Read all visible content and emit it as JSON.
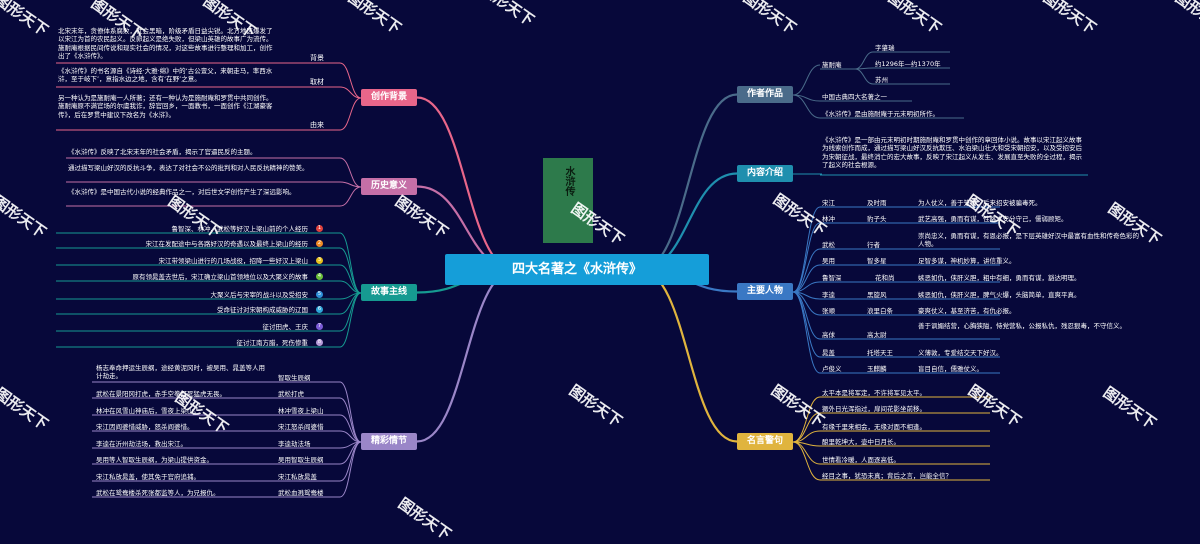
{
  "center": "四大名著之《水浒传》",
  "watermark": "图形天下",
  "branches": {
    "author": "作者作品",
    "content": "内容介绍",
    "characters": "主要人物",
    "quotes": "名言警句",
    "creation": "创作背景",
    "significance": "历史意义",
    "plot": "故事主线",
    "highlights": "精彩情节"
  },
  "author": {
    "name": "施耐庵",
    "details": [
      "字肇瑞",
      "约1296年—约1370年",
      "苏州"
    ],
    "items": [
      "中国古典四大名著之一",
      "《水浒传》是由施耐庵于元末明初所作。"
    ]
  },
  "content": {
    "text": "《水浒传》是一部由元末明初时期施耐庵和罗贯中创作的章回体小说。故事以宋江起义故事为线索创作而成，通过描写梁山好汉反抗欺压、水泊梁山壮大和受宋朝招安，以及受招安后为宋朝征战，最终消亡的宏大故事，反映了宋江起义从发生、发展直至失败的全过程，揭示了起义的社会根源。"
  },
  "characters": [
    {
      "name": "宋江",
      "nick": "及时雨",
      "desc": "为人仗义，善于笼络，后来招安被骗毒死。"
    },
    {
      "name": "林冲",
      "nick": "豹子头",
      "desc": "武艺高强，勇而有谋，性格人安分守己，儒弱顾矩。"
    },
    {
      "name": "武松",
      "nick": "行者",
      "desc": "崇尚忠义，勇而有谋，有恩必报，是下层英雄好汉中最富有血性和传奇色彩的人物。"
    },
    {
      "name": "吴用",
      "nick": "智多星",
      "desc": "足智多谋，神机妙算，讲信重义。"
    },
    {
      "name": "鲁智深",
      "nick": "花和尚",
      "desc": "嫉恶如仇，侠肝义胆，粗中有细，勇而有谋，豁达明理。"
    },
    {
      "name": "李逵",
      "nick": "黑旋风",
      "desc": "嫉恶如仇，侠肝义胆，脾气火爆，头脑简单，直爽平真。"
    },
    {
      "name": "张顺",
      "nick": "浪里白条",
      "desc": "豪爽仗义，基至济苦，有仇必报。"
    },
    {
      "name": "高俅",
      "nick": "高太尉",
      "desc": "善于讽媚结营，心胸狭隘，恃党营私，公报私仇，残忍狠毒，不守信义。"
    },
    {
      "name": "晁盖",
      "nick": "托塔天王",
      "desc": "义薄敦，专爱结交天下好汉。"
    },
    {
      "name": "卢俊义",
      "nick": "玉麒麟",
      "desc": "盲目自信，儒雅仗义。"
    }
  ],
  "quotes": [
    "太平本是将军定，不许将军见太平。",
    "獗外日光浑指过，扉间花影坐前移。",
    "有缘千里来相会，无缘对面不相逢。",
    "酿里乾坤大，壶中日月长。",
    "世情看冷暖，人面逐高低。",
    "经目之事，犹恐未真；背后之言，岂能全信？"
  ],
  "creation": {
    "items": [
      {
        "text": "北宋末年，贪僚体系腐败，社会黑暗，阶级矛盾日益尖锐。北方地区爆发了以宋江为首的农民起义。反卵起义是绝失败，但梁山英雄的故事广为流传。施耐庵根据民间传说和现实社会的情况，对这些故事进行整理和加工，创作出了《水浒传》。",
        "label": "背景"
      },
      {
        "text": "《水浒传》的书名源自《诗经·大雅·绵》中的‘古公亶父，来朝走马，率西水浒，至于岐下’，意指水边之地，含有‘在野’之意。",
        "label": "取材"
      },
      {
        "text": "另一种认为是施耐庵一人所著；还有一种认为是施耐庵和罗贯中共同创作。施耐庵原不满官场的尔虞我诈，辞官回乡，一面教书，一面创作《江湖豪客传》，后在罗贯中建议下改名为《水浒》。",
        "label": "由来"
      }
    ]
  },
  "significance": [
    "《水浒传》反映了北宋末年的社会矛盾，揭示了官逼民反的主题。",
    "通过描写梁山好汉的反抗斗争，表达了对社会不公的批判和对人民反抗精神的赞美。",
    "《水浒传》是中国古代小说的经典作品之一，对后世文学创作产生了深远影响。"
  ],
  "plot": [
    {
      "text": "鲁智深、林冲、武松等好汉上梁山前的个人经历",
      "num": "1",
      "color": "#e0423d"
    },
    {
      "text": "宋江在发配途中与各路好汉的奇遇以及最终上梁山的经历",
      "num": "2",
      "color": "#f08a24"
    },
    {
      "text": "宋江带领梁山进行的几场战役，招降一些好汉上梁山",
      "num": "3",
      "color": "#e8c21d"
    },
    {
      "text": "原有领晁盖去世后，宋江确立梁山首领地位以及大聚义的故事",
      "num": "4",
      "color": "#6cbf3a"
    },
    {
      "text": "大聚义后与宋宰的战斗以及受招安",
      "num": "5",
      "color": "#2e8fd8"
    },
    {
      "text": "受命征讨对宋朝构成威胁的辽国",
      "num": "6",
      "color": "#2ea6d8"
    },
    {
      "text": "征讨田虎、王庆",
      "num": "7",
      "color": "#7b5bd6"
    },
    {
      "text": "征讨江南方腊，死伤惨重",
      "num": "8",
      "color": "#b59ad8"
    }
  ],
  "highlights": [
    {
      "text": "杨志奉命押运生辰纲，途经黄泥冈时，被吴用、晁盖等人用计劫走。",
      "label": "智取生辰纲"
    },
    {
      "text": "武松在景阳冈打虎，赤手空拳打死猛虎无畏。",
      "label": "武松打虎"
    },
    {
      "text": "林冲在风雪山神庙后，雪夜上梁山。",
      "label": "林冲雪夜上梁山"
    },
    {
      "text": "宋江因阎婆惜威胁，怒杀阎婆惜。",
      "label": "宋江怒杀阎婆惜"
    },
    {
      "text": "李逵在沂州劫法场，救出宋江。",
      "label": "李逵劫法场"
    },
    {
      "text": "吴用等人智取生辰纲，为梁山提供资金。",
      "label": "吴用智取生辰纲"
    },
    {
      "text": "宋江私放晁盖，使其免于官府追捕。",
      "label": "宋江私放晁盖"
    },
    {
      "text": "武松在鸳鸯楼杀死张都监等人，为兄报仇。",
      "label": "武松血溅鸳鸯楼"
    }
  ],
  "book": {
    "title": "水浒传"
  },
  "colors": {
    "background": "#07083a",
    "center": "#159ed9",
    "author": "#4a6b8a",
    "content": "#1f8fae",
    "characters": "#3a78c4",
    "quotes": "#e0b43e",
    "creation": "#e8668a",
    "significance": "#c56fa7",
    "plot": "#169a91",
    "highlights": "#9a86c8"
  }
}
